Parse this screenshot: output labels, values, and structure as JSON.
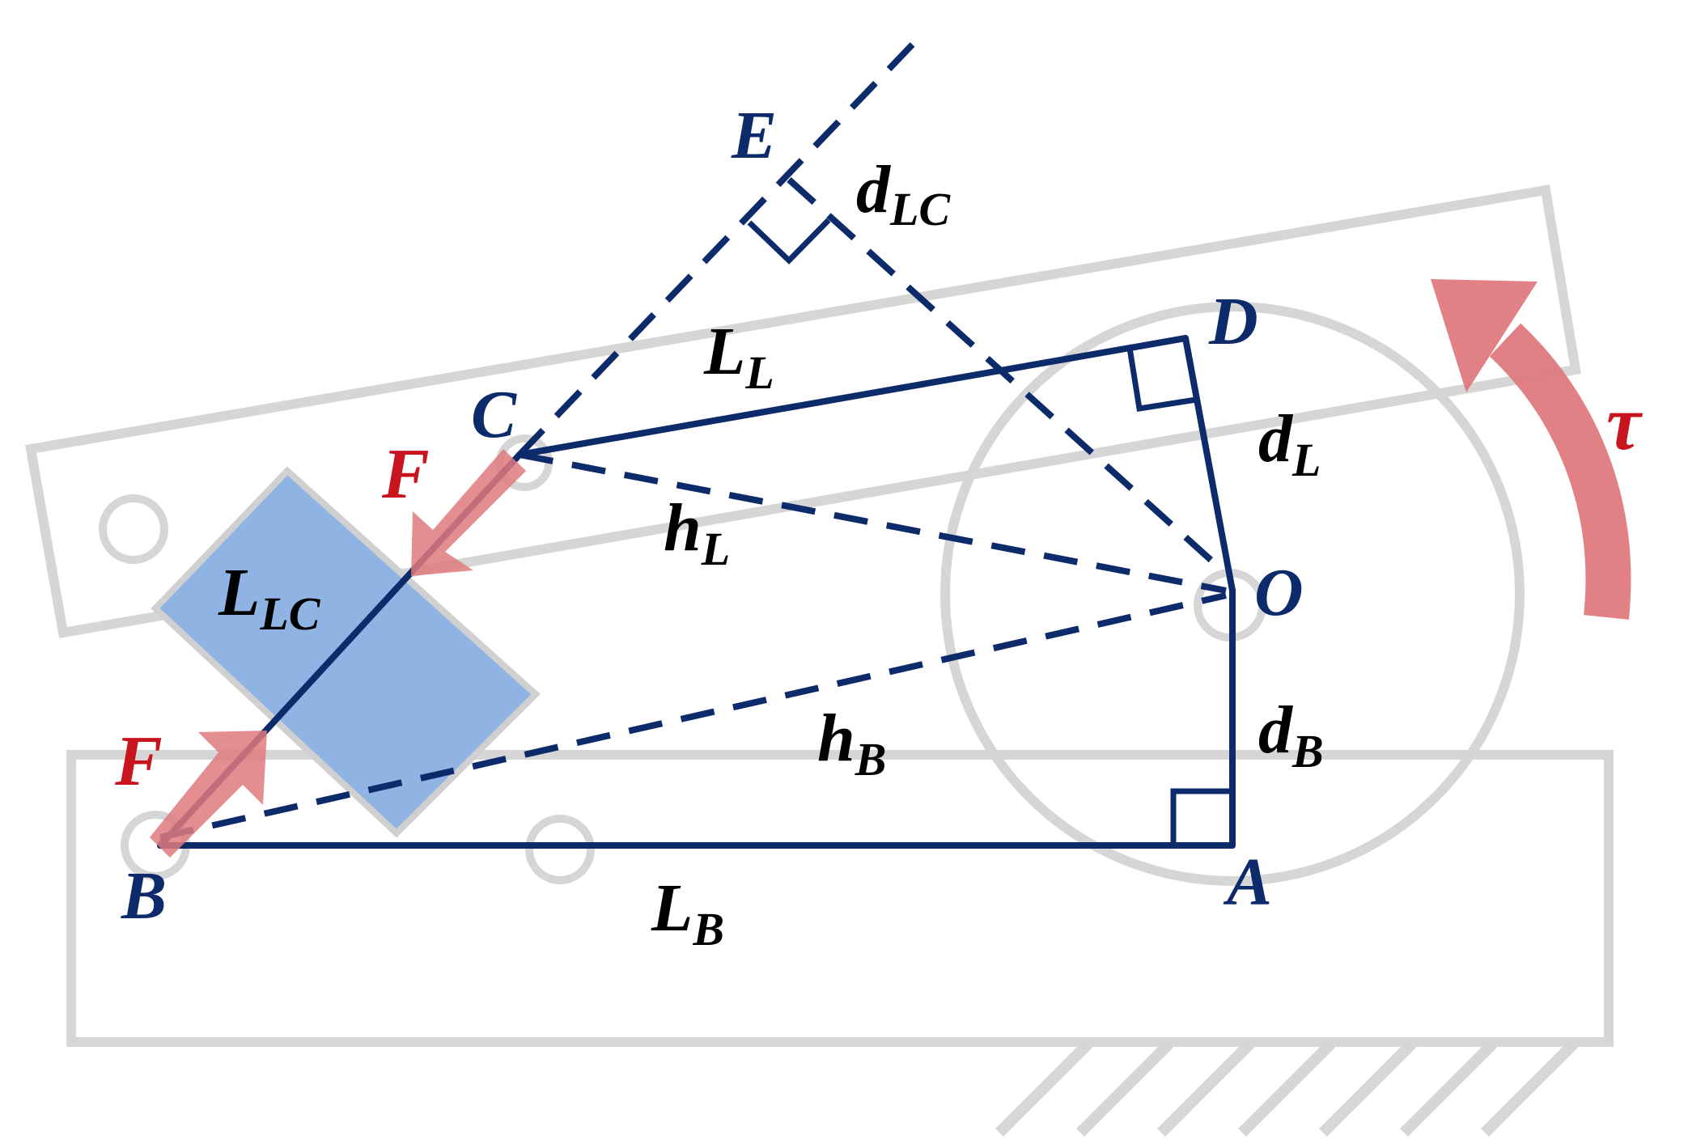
{
  "colors": {
    "structure": "#0d2a6b",
    "frame": "#d6d6d6",
    "force": "#c8141e",
    "force_arrow_fill": "#e07a7e",
    "actuator_fill": "#8fb4e3",
    "dimension_text": "#000000"
  },
  "points": {
    "B": "B",
    "C": "C",
    "D": "D",
    "E": "E",
    "O": "O",
    "A": "A"
  },
  "dimensions": {
    "L_B": {
      "main": "L",
      "sub": "B"
    },
    "L_L": {
      "main": "L",
      "sub": "L"
    },
    "L_LC": {
      "main": "L",
      "sub": "LC"
    },
    "h_L": {
      "main": "h",
      "sub": "L"
    },
    "h_B": {
      "main": "h",
      "sub": "B"
    },
    "d_L": {
      "main": "d",
      "sub": "L"
    },
    "d_B": {
      "main": "d",
      "sub": "B"
    },
    "d_LC": {
      "main": "d",
      "sub": "LC"
    }
  },
  "forces": {
    "upper": "F",
    "lower": "F"
  },
  "torque": "τ"
}
